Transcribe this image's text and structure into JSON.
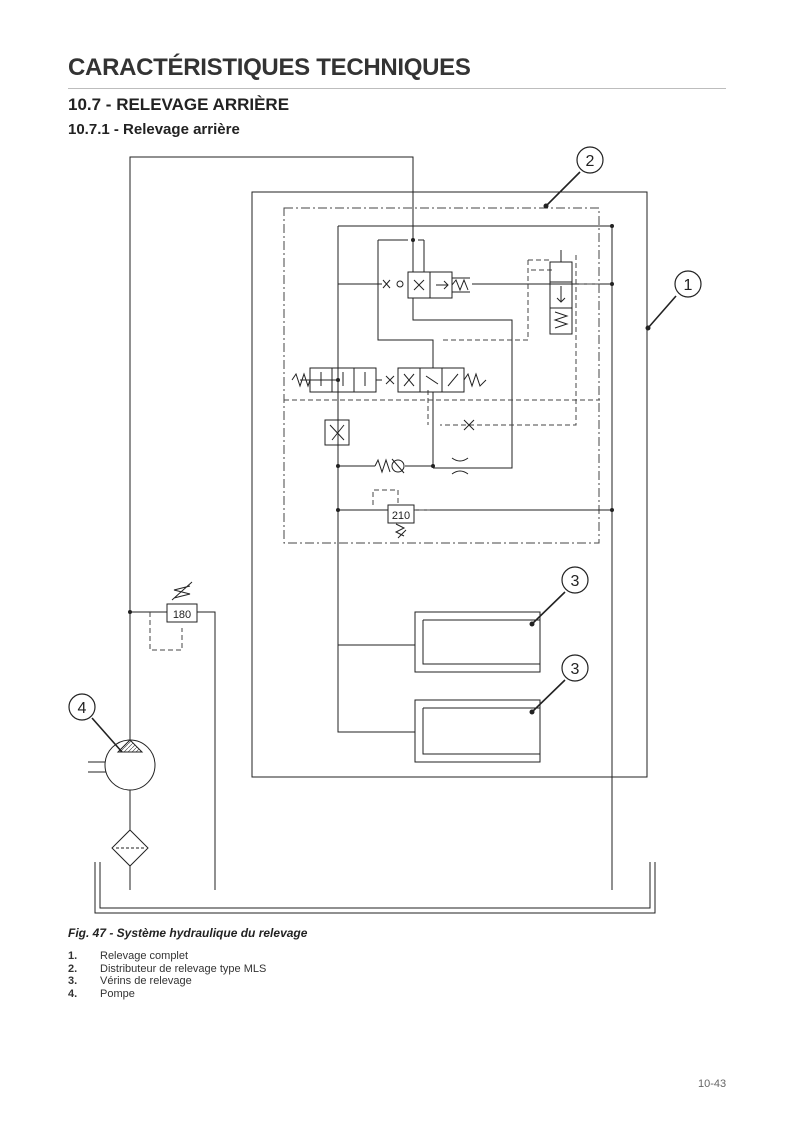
{
  "header": {
    "chapter_title": "CARACTÉRISTIQUES TECHNIQUES",
    "section_title": "10.7 - RELEVAGE ARRIÈRE",
    "subsection_title": "10.7.1 - Relevage arrière"
  },
  "diagram": {
    "callouts": [
      "1",
      "2",
      "3",
      "3",
      "4"
    ],
    "valve_labels": [
      "210",
      "180"
    ]
  },
  "figure": {
    "caption": "Fig. 47 - Système hydraulique du relevage"
  },
  "legend": [
    {
      "num": "1.",
      "text": "Relevage complet"
    },
    {
      "num": "2.",
      "text": "Distributeur de relevage type MLS"
    },
    {
      "num": "3.",
      "text": "Vérins de relevage"
    },
    {
      "num": "4.",
      "text": "Pompe"
    }
  ],
  "footer": {
    "page_number": "10-43"
  }
}
